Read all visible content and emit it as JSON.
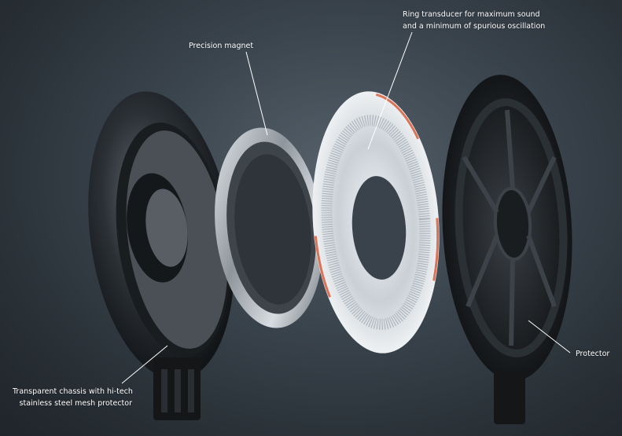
{
  "callouts": {
    "magnet": "Precision magnet",
    "ring_line1": "Ring transducer for maximum sound",
    "ring_line2": "and a minimum of spurious oscillation",
    "protector": "Protector",
    "chassis_line1": "Transparent chassis with hi-tech",
    "chassis_line2": "stainless steel mesh protector"
  },
  "colors": {
    "background": "#3b454e",
    "label_text": "#ffffff",
    "ring_accent": "#d7542f"
  }
}
